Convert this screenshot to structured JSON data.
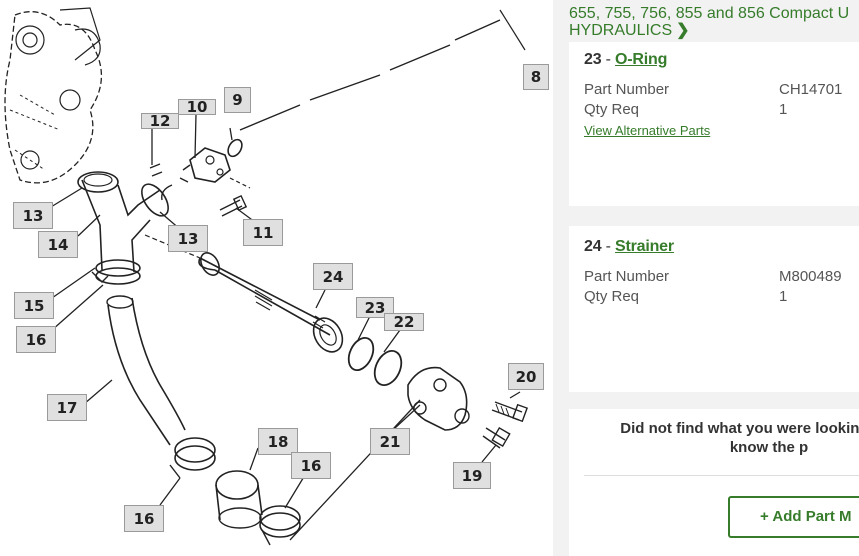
{
  "diagram": {
    "callouts": [
      "8",
      "9",
      "10",
      "12",
      "13",
      "14",
      "13",
      "11",
      "15",
      "16",
      "17",
      "24",
      "23",
      "22",
      "20",
      "21",
      "19",
      "18",
      "16",
      "16"
    ]
  },
  "breadcrumb": {
    "line1": "655, 755, 756, 855 and 856 Compact U",
    "line2": "HYDRAULICS",
    "chevron_icon": "chevron-right-icon"
  },
  "parts": [
    {
      "index": "23",
      "name": "O-Ring",
      "part_number_label": "Part Number",
      "part_number": "CH14701",
      "qty_label": "Qty Req",
      "qty": "1",
      "alt_link": "View Alternative Parts"
    },
    {
      "index": "24",
      "name": "Strainer",
      "part_number_label": "Part Number",
      "part_number": "M800489",
      "qty_label": "Qty Req",
      "qty": "1"
    }
  ],
  "not_found": {
    "line1": "Did not find what you were looking f",
    "line2": "know the p",
    "button_label": "+ Add Part M"
  },
  "colors": {
    "brand_green": "#367c2b",
    "background": "#f2f2f2"
  }
}
